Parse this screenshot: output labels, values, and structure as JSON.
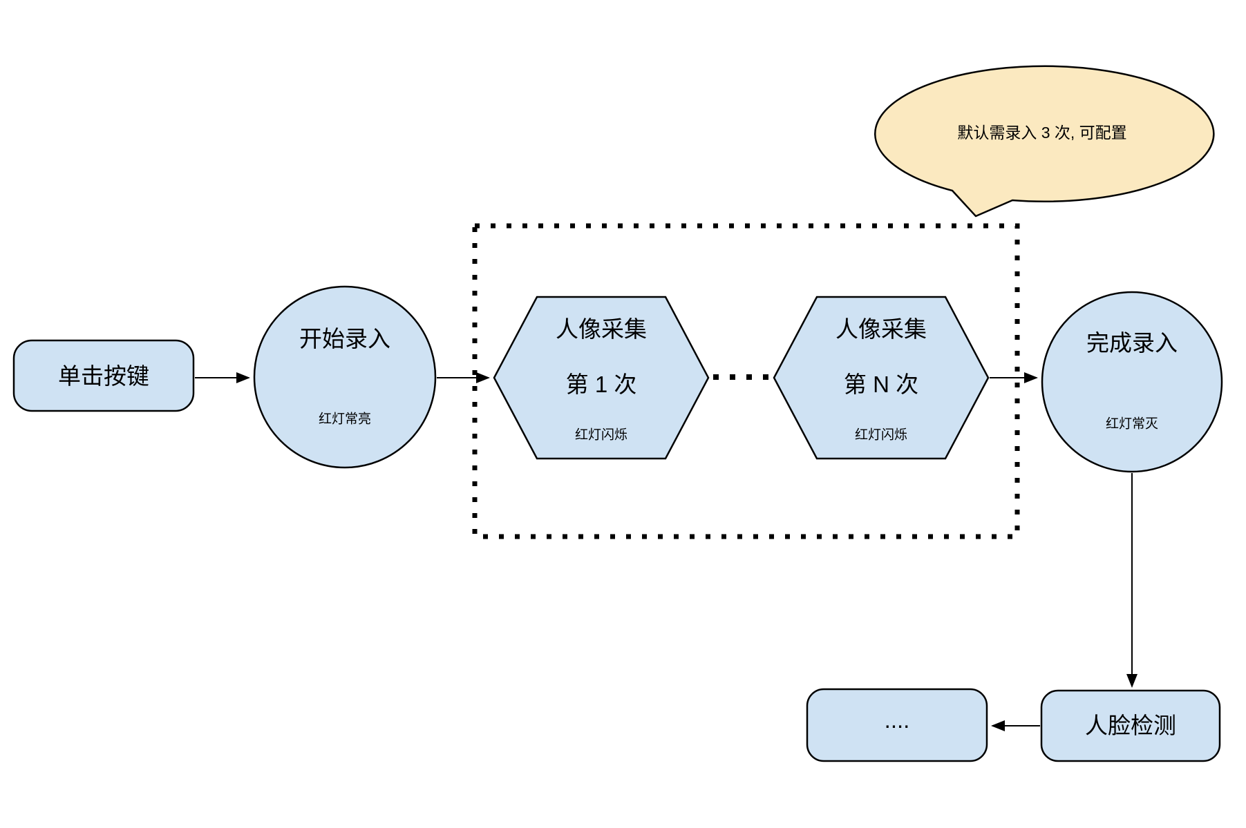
{
  "colors": {
    "node_fill": "#cfe2f3",
    "bubble_fill": "#fbe9c0",
    "stroke": "#000000"
  },
  "callout": {
    "text": "默认需录入 3 次, 可配置"
  },
  "nodes": {
    "click_button": {
      "label": "单击按键"
    },
    "start_enroll": {
      "label": "开始录入",
      "sub": "红灯常亮"
    },
    "capture_1": {
      "title": "人像采集",
      "times": "第 1 次",
      "sub": "红灯闪烁"
    },
    "capture_n": {
      "title": "人像采集",
      "times": "第 N 次",
      "sub": "红灯闪烁"
    },
    "finish_enroll": {
      "label": "完成录入",
      "sub": "红灯常灭"
    },
    "face_detect": {
      "label": "人脸检测"
    },
    "placeholder": {
      "label": "...."
    }
  }
}
